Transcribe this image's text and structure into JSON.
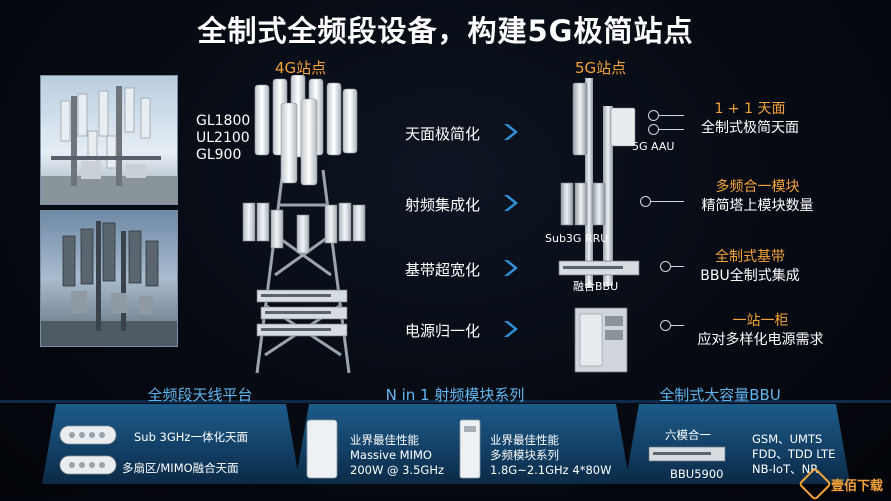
{
  "title": "全制式全频段设备，构建5G极简站点",
  "sections": {
    "left_title": "4G站点",
    "right_title": "5G站点"
  },
  "bands": [
    "GL1800",
    "UL2100",
    "GL900"
  ],
  "middle_labels": [
    "天面极简化",
    "射频集成化",
    "基带超宽化",
    "电源归一化"
  ],
  "right_device_labels": {
    "aau": "5G AAU",
    "rru": "Sub3G RRU",
    "bbu": "融合BBU"
  },
  "annotations": [
    {
      "line1": "1 + 1 天面",
      "line2": "全制式极简天面"
    },
    {
      "line1": "多频合一模块",
      "line2": "精简塔上模块数量"
    },
    {
      "line1": "全制式基带",
      "line2": "BBU全制式集成"
    },
    {
      "line1": "一站一柜",
      "line2": "应对多样化电源需求"
    }
  ],
  "bottom_panels": [
    {
      "title": "全频段天线平台",
      "lines": [
        "Sub 3GHz一体化天面",
        "多扇区/MIMO融合天面"
      ]
    },
    {
      "title": "N in 1 射频模块系列",
      "left_lines": [
        "业界最佳性能",
        "Massive MIMO",
        "200W @ 3.5GHz"
      ],
      "right_lines": [
        "业界最佳性能",
        "多频模块系列",
        "1.8G~2.1GHz 4*80W"
      ]
    },
    {
      "title": "全制式大容量BBU",
      "device_caption": "六模合一",
      "device_name": "BBU5900",
      "modes": [
        "GSM、UMTS",
        "FDD、TDD LTE",
        "NB-IoT、NR"
      ]
    }
  ],
  "watermark": "壹佰下载",
  "colors": {
    "accent_orange": "#f6a338",
    "accent_blue": "#5fb6f0",
    "chevron": "#2f8fd6"
  }
}
